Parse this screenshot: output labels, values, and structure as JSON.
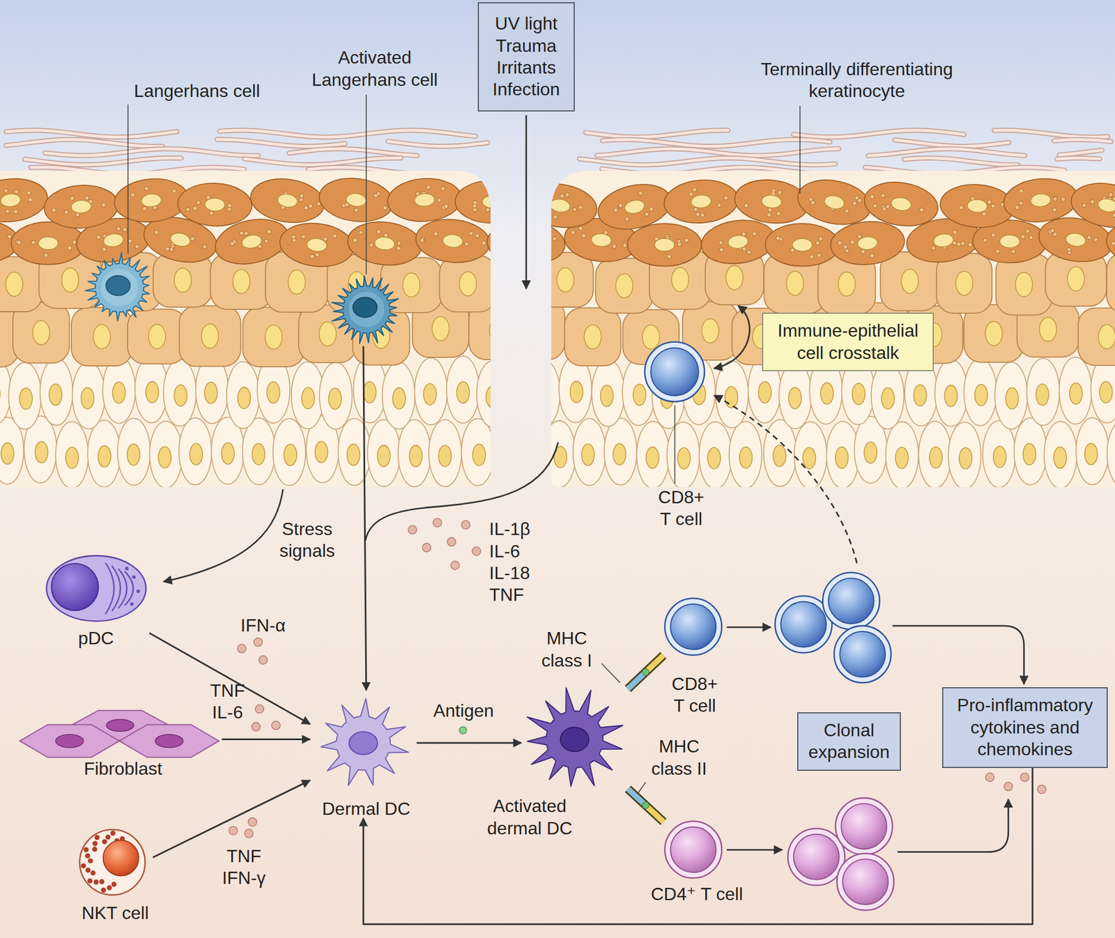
{
  "diagram": {
    "nodes": [
      {
        "text": [
          "Langerhans cell"
        ]
      },
      {
        "text": [
          "Activated Langerhans cell"
        ]
      },
      {
        "text": [
          "UV light Trauma Irritants Infection"
        ]
      },
      {
        "text": [
          "Immune-epithelial cell crosstalk"
        ]
      },
      {
        "text": [
          "CD8+ T cell"
        ]
      },
      {
        "text": [
          "pDC"
        ]
      },
      {
        "text": [
          "Fibroblast"
        ]
      },
      {
        "text": [
          "NKT cell"
        ]
      },
      {
        "text": [
          "Dermal DC"
        ]
      },
      {
        "text": [
          "Activated dermal DC"
        ]
      },
      {
        "text": [
          "CD8+ T cell"
        ]
      },
      {
        "text": [
          "Clonal expansion"
        ]
      },
      {
        "text": [
          "CD4⁺ T cell"
        ]
      },
      {
        "text": [
          "Pro-inflammatory cytokines and chemokines"
        ]
      }
    ],
    "edges": [
      {
        "from": 1,
        "to": 8,
        "arrow": "to"
      },
      {
        "from": 5,
        "to": 8,
        "label": "IFN-α",
        "arrow": "to"
      },
      {
        "from": 6,
        "to": 8,
        "label": "TNF IL-6",
        "arrow": "to"
      },
      {
        "from": 7,
        "to": 8,
        "label": "TNF IFN-γ",
        "arrow": "to"
      },
      {
        "from": 8,
        "to": 9,
        "label": "Antigen",
        "arrow": "to"
      },
      {
        "from": 13,
        "to": 8,
        "arrow": "to"
      },
      {
        "from": 9,
        "to": 10,
        "arrow": "none"
      },
      {
        "from": 9,
        "to": 12,
        "arrow": "none"
      }
    ],
    "labels": [
      "Terminally differentiating keratinocyte",
      "Stress signals",
      "IL-1β IL-6 IL-18 TNF",
      "MHC class I",
      "MHC class II"
    ]
  }
}
